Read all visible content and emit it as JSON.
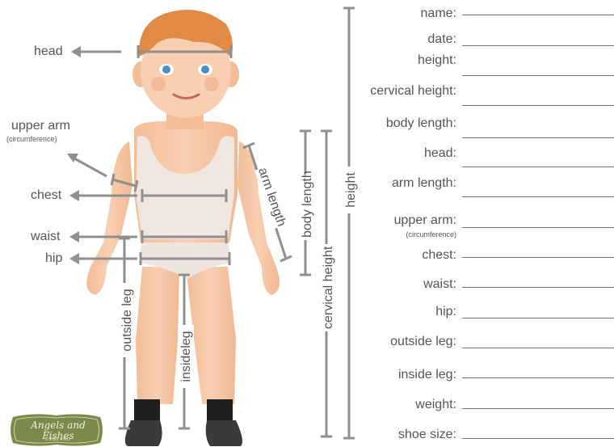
{
  "figure_labels": {
    "head": "head",
    "upper_arm": "upper arm",
    "upper_arm_note": "(circumference)",
    "chest": "chest",
    "waist": "waist",
    "hip": "hip",
    "outside_leg": "outside leg",
    "inside_leg": "insideleg",
    "arm_length": "arm length",
    "body_length": "body length",
    "cervical_height": "cervical height",
    "height": "height"
  },
  "form": {
    "fields": [
      {
        "label": "name:",
        "value": ""
      },
      {
        "label": "date:",
        "value": ""
      },
      {
        "label": "height:",
        "value": ""
      },
      {
        "label": "cervical height:",
        "value": ""
      },
      {
        "label": "body length:",
        "value": ""
      },
      {
        "label": "head:",
        "value": ""
      },
      {
        "label": "arm length:",
        "value": ""
      },
      {
        "label": "upper arm:",
        "note": "(circumference)",
        "value": ""
      },
      {
        "label": "chest:",
        "value": ""
      },
      {
        "label": "waist:",
        "value": ""
      },
      {
        "label": "hip:",
        "value": ""
      },
      {
        "label": "outside leg:",
        "value": ""
      },
      {
        "label": "inside leg:",
        "value": ""
      },
      {
        "label": "weight:",
        "value": ""
      },
      {
        "label": "shoe size:",
        "value": ""
      }
    ]
  },
  "logo": {
    "text": "Angels and Fishes",
    "subtext": "ENGLAND"
  },
  "colors": {
    "guide": "#8f8f8f",
    "text": "#555555",
    "skin": "#f6c7a4",
    "hair": "#e08a45",
    "vest": "#f1e5df",
    "shoe": "#3a3a3a",
    "sock": "#1f1f1f",
    "logo_bg": "#7a8a4a"
  }
}
